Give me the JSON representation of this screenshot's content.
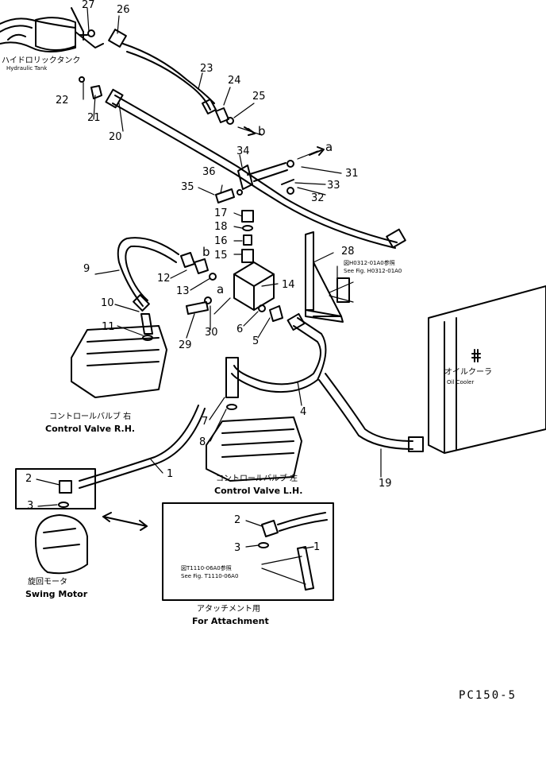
{
  "parts": [
    "1",
    "2",
    "3",
    "4",
    "5",
    "6",
    "7",
    "8",
    "9",
    "10",
    "11",
    "12",
    "13",
    "14",
    "15",
    "16",
    "17",
    "18",
    "19",
    "20",
    "21",
    "22",
    "23",
    "24",
    "25",
    "26",
    "27",
    "28",
    "29",
    "30",
    "31",
    "32",
    "33",
    "34",
    "35",
    "36"
  ],
  "callout_parts": {
    "two": "2",
    "three": "3",
    "one": "1"
  },
  "connectors": {
    "a": "a",
    "b": "b"
  },
  "labels": {
    "hydraulic_tank_jp": "ハイドロリックタンク",
    "hydraulic_tank_en": "Hydraulic Tank",
    "control_valve_rh_jp": "コントロールバルブ 右",
    "control_valve_rh_en": "Control Valve R.H.",
    "control_valve_lh_jp": "コントロールバルブ 左",
    "control_valve_lh_en": "Control Valve L.H.",
    "oil_cooler_jp": "オイルクーラ",
    "oil_cooler_en": "Oil Cooler",
    "swing_motor_jp": "旋回モータ",
    "swing_motor_en": "Swing Motor",
    "attachment_jp": "アタッチメント用",
    "attachment_en": "For Attachment",
    "ref_bracket_jp": "図H0312-01A0参照",
    "ref_bracket_en": "See Fig. H0312-01A0",
    "ref_attach_jp": "図T1110-06A0参照",
    "ref_attach_en": "See Fig. T1110-06A0"
  },
  "model_code": "PC150-5"
}
